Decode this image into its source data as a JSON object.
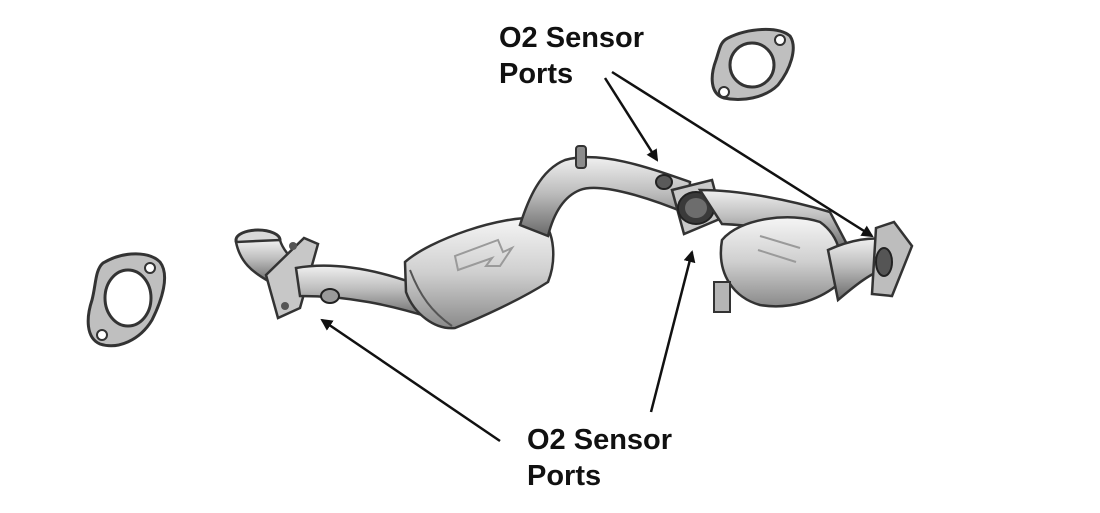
{
  "annotations": {
    "top": {
      "line1": "O2 Sensor",
      "line2": "Ports"
    },
    "bottom": {
      "line1": "O2 Sensor",
      "line2": "Ports"
    }
  },
  "parts": {
    "gaskets": 2,
    "catalytic_converters": 2
  },
  "colors": {
    "background": "#ffffff",
    "text": "#111111",
    "metal_light": "#dcdcdc",
    "metal_mid": "#a9a9a9",
    "metal_dark": "#4a4a4a",
    "arrow": "#111111"
  }
}
